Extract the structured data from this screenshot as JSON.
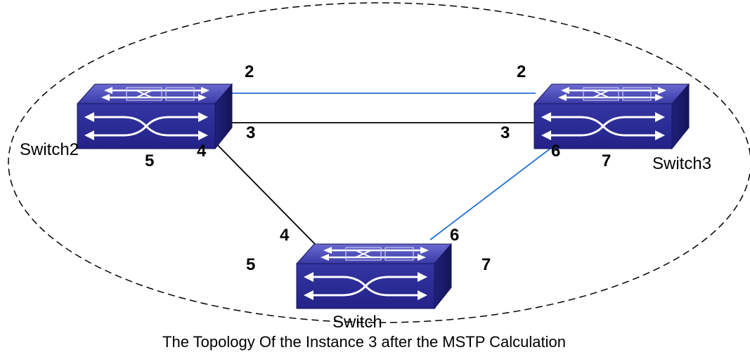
{
  "diagram": {
    "caption": "The Topology Of the Instance 3 after the MSTP Calculation",
    "colors": {
      "blocked_link": "#000000",
      "forwarding_link": "#1f6fd6",
      "switch_top": "#4a4ab8",
      "switch_front": "#2a2a8e",
      "switch_side": "#1a1a6a",
      "region_border": "#000000"
    },
    "switches": {
      "switch2": {
        "label": "Switch2",
        "icon": "network-switch-icon"
      },
      "switch3": {
        "label": "Switch3",
        "icon": "network-switch-icon"
      },
      "switch1": {
        "label": "Switch",
        "icon": "network-switch-icon"
      }
    },
    "ports": {
      "sw2_top": "2",
      "sw3_top": "2",
      "sw2_mid": "3",
      "sw3_mid": "3",
      "sw2_p4": "4",
      "sw2_p5": "5",
      "sw3_p6": "6",
      "sw3_p7": "7",
      "sw1_p4": "4",
      "sw1_p5": "5",
      "sw1_p6": "6",
      "sw1_p7": "7"
    },
    "links": [
      {
        "from": "Switch2",
        "to": "Switch3",
        "port": "2",
        "state": "forwarding"
      },
      {
        "from": "Switch2",
        "to": "Switch3",
        "port": "3",
        "state": "blocked"
      },
      {
        "from": "Switch2",
        "to": "Switch",
        "port": "4",
        "state": "blocked"
      },
      {
        "from": "Switch3",
        "to": "Switch",
        "port": "6",
        "state": "forwarding"
      }
    ]
  }
}
